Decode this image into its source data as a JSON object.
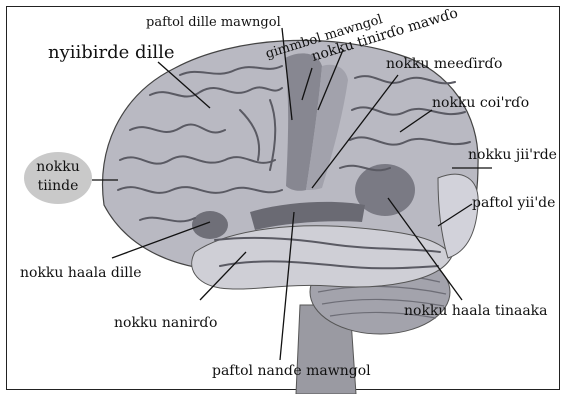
{
  "labels": {
    "top_left": "nyiibirde dille",
    "top_center": "paftol dille mawngol",
    "gimmbol": "gimmbol mawngol",
    "tinirdo": "nokku tinirɗo mawɗo",
    "meedirdo": "nokku meeɗirɗo",
    "coirdo": "nokku coi'rɗo",
    "jiirde": "nokku jii'rde",
    "yiide": "paftol yii'de",
    "haala_tinaaka": "nokku haala tinaaka",
    "nanirdo": "nokku nanirɗo",
    "nande": "paftol nanɗe mawngol",
    "haala_dille": "nokku haala dille",
    "tiinde_line1": "nokku",
    "tiinde_line2": "tiinde"
  },
  "colors": {
    "background": "#ffffff",
    "brain_light": "#bdbdc6",
    "brain_mid": "#8f8f99",
    "brain_dark": "#5e5e66",
    "bubble": "#c9c9c9"
  }
}
